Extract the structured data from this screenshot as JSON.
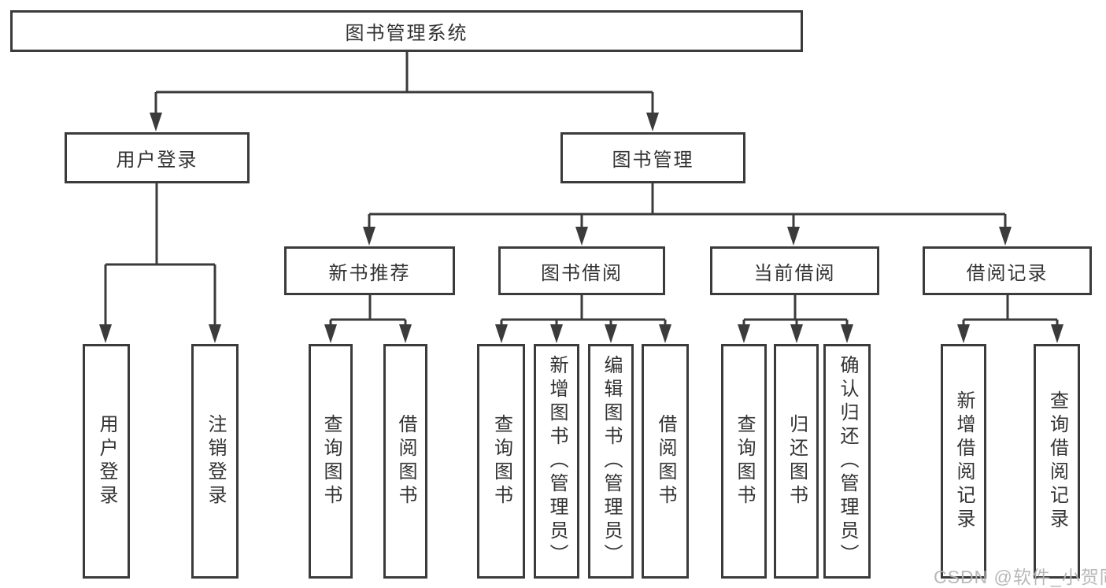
{
  "diagram": {
    "root": {
      "label": "图书管理系统",
      "children": [
        {
          "label": "用户登录",
          "children": [
            {
              "label": "用户登录"
            },
            {
              "label": "注销登录"
            }
          ]
        },
        {
          "label": "图书管理",
          "children": [
            {
              "label": "新书推荐",
              "children": [
                {
                  "label": "查询图书"
                },
                {
                  "label": "借阅图书"
                }
              ]
            },
            {
              "label": "图书借阅",
              "children": [
                {
                  "label": "查询图书"
                },
                {
                  "label": "新增图书（管理员）"
                },
                {
                  "label": "编辑图书（管理员）"
                },
                {
                  "label": "借阅图书"
                }
              ]
            },
            {
              "label": "当前借阅",
              "children": [
                {
                  "label": "查询图书"
                },
                {
                  "label": "归还图书"
                },
                {
                  "label": "确认归还（管理员）"
                }
              ]
            },
            {
              "label": "借阅记录",
              "children": [
                {
                  "label": "新增借阅记录"
                },
                {
                  "label": "查询借阅记录"
                }
              ]
            }
          ]
        }
      ]
    }
  },
  "watermark": {
    "text": "CSDN @软件_小贺同学",
    "color": "#b3b3b3"
  },
  "colors": {
    "line": "#3b3b3b",
    "text": "#333333",
    "background": "#ffffff"
  }
}
